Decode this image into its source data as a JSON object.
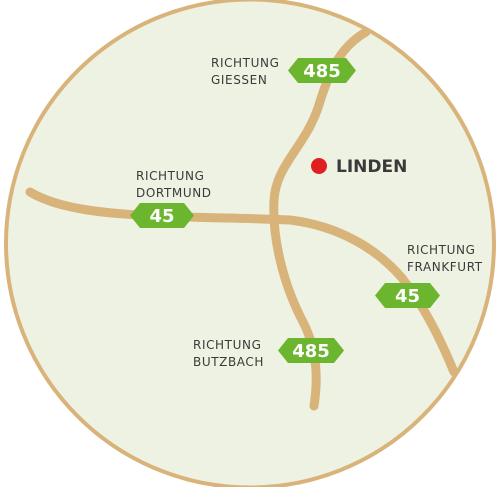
{
  "colors": {
    "land": "#eef2e2",
    "border": "#d9b47a",
    "road": "#d9b47a",
    "shield": "#6cb52e",
    "shield_text": "#ffffff",
    "city_marker": "#e02020",
    "label_text": "#3a3a3a"
  },
  "city": {
    "name": "LINDEN",
    "icon": "red-dot-marker"
  },
  "directions": {
    "giessen": {
      "line1": "RICHTUNG",
      "line2": "GIESSEN",
      "route": "485"
    },
    "dortmund": {
      "line1": "RICHTUNG",
      "line2": "DORTMUND",
      "route": "45"
    },
    "frankfurt": {
      "line1": "RICHTUNG",
      "line2": "FRANKFURT",
      "route": "45"
    },
    "butzbach": {
      "line1": "RICHTUNG",
      "line2": "BUTZBACH",
      "route": "485"
    }
  }
}
